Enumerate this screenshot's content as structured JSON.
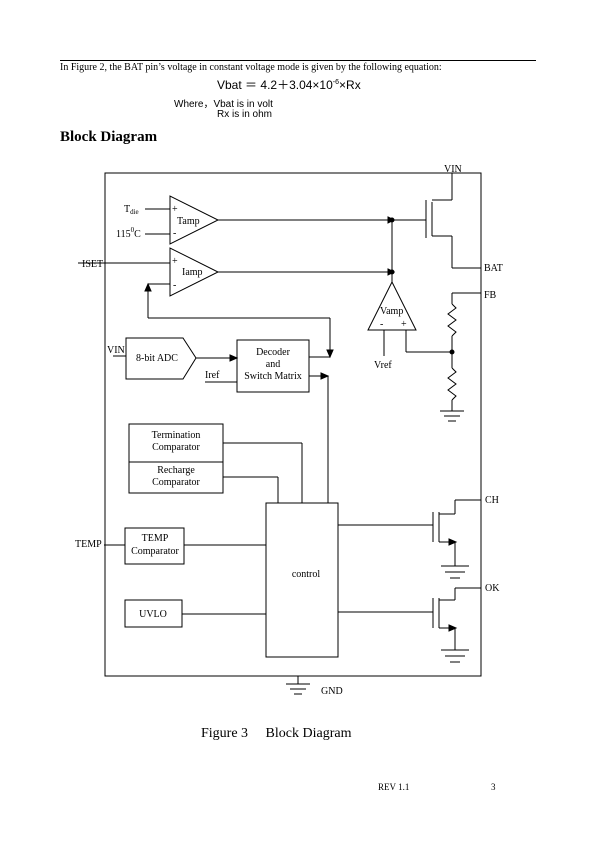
{
  "intro": {
    "text": "In Figure 2, the BAT pin’s voltage in constant voltage mode is given by the following equation:"
  },
  "equation": {
    "lhs": "Vbat",
    "eq": "＝",
    "rhs_pre": "4.2＋3.04×10",
    "rhs_exp": "-6",
    "rhs_post": "×Rx"
  },
  "where": {
    "label": "Where，",
    "vbat": "Vbat is in volt",
    "rx": "Rx is in ohm"
  },
  "heading": "Block Diagram",
  "diagram": {
    "pins": {
      "vin": "VIN",
      "bat": "BAT",
      "fb": "FB",
      "iset": "ISET",
      "temp": "TEMP",
      "ch": "CH",
      "ok": "OK",
      "gnd": "GND"
    },
    "tamp": {
      "label": "Tamp",
      "tdie": "T",
      "tdie_sub": "die",
      "temp115": "115",
      "temp115_sup": "0",
      "temp115_unit": "C",
      "plus": "+",
      "minus": "-"
    },
    "iamp": {
      "label": "Iamp",
      "plus": "+",
      "minus": "-"
    },
    "vamp": {
      "label": "Vamp",
      "minus": "-",
      "plus": "+",
      "vref": "Vref"
    },
    "adc": {
      "label": "8-bit ADC",
      "vin": "VIN"
    },
    "decoder": {
      "line1": "Decoder",
      "line2": "and",
      "line3": "Switch Matrix",
      "iref": "Iref"
    },
    "termination": {
      "line1": "Termination",
      "line2": "Comparator"
    },
    "recharge": {
      "line1": "Recharge",
      "line2": "Comparator"
    },
    "temp_comp": {
      "line1": "TEMP",
      "line2": "Comparator"
    },
    "uvlo": "UVLO",
    "control": "control"
  },
  "caption": "Figure 3　 Block Diagram",
  "footer": {
    "rev": "REV 1.1",
    "page": "3"
  }
}
